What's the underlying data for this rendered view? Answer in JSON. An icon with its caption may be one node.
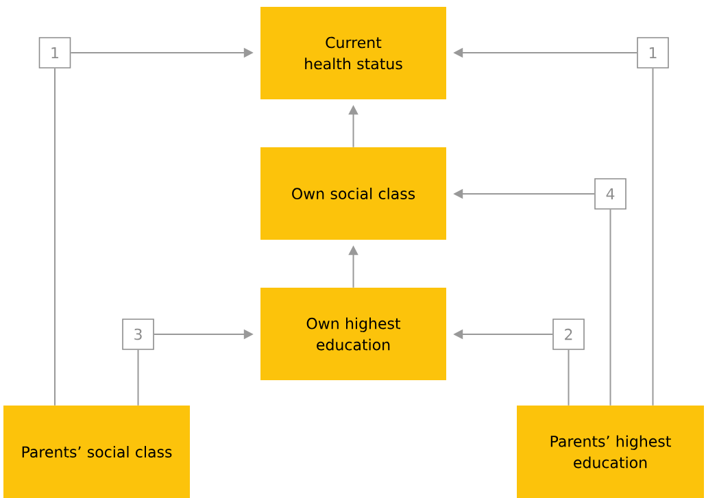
{
  "diagram": {
    "nodes": [
      {
        "text": [
          "Current health status"
        ]
      },
      {
        "text": [
          "Own social class"
        ]
      },
      {
        "text": [
          "Own highest education"
        ]
      },
      {
        "text": [
          "Parents’ social class"
        ]
      },
      {
        "text": [
          "Parents’ highest education"
        ]
      },
      {
        "text": [
          "1"
        ]
      },
      {
        "text": [
          "1"
        ]
      },
      {
        "text": [
          "4"
        ]
      },
      {
        "text": [
          "3"
        ]
      },
      {
        "text": [
          "2"
        ]
      }
    ],
    "edges": [
      {
        "from": 3,
        "to": 5,
        "arrow": "none"
      },
      {
        "from": 5,
        "to": 0,
        "arrow": "to"
      },
      {
        "from": 4,
        "to": 6,
        "arrow": "none"
      },
      {
        "from": 6,
        "to": 0,
        "arrow": "to"
      },
      {
        "from": 4,
        "to": 7,
        "arrow": "none"
      },
      {
        "from": 7,
        "to": 1,
        "arrow": "to"
      },
      {
        "from": 3,
        "to": 8,
        "arrow": "none"
      },
      {
        "from": 8,
        "to": 2,
        "arrow": "to"
      },
      {
        "from": 4,
        "to": 9,
        "arrow": "none"
      },
      {
        "from": 9,
        "to": 2,
        "arrow": "to"
      },
      {
        "from": 2,
        "to": 1,
        "arrow": "to"
      },
      {
        "from": 1,
        "to": 0,
        "arrow": "to"
      }
    ]
  }
}
